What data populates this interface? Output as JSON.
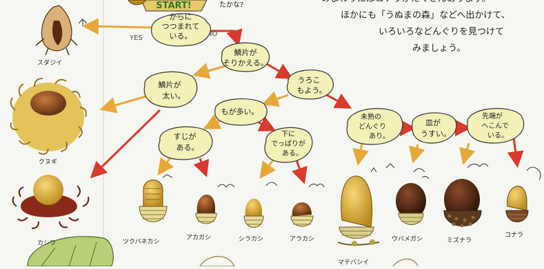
{
  "start_label": "START!",
  "yes_label": "YES",
  "no_label": "NO",
  "intro_text": {
    "line1": "のまわりにはコナラがたくさんあります。",
    "line2": "ほかにも「うぬまの森」などへ出かけて、",
    "line3": "いろいろなどんぐりを見つけて",
    "line4": "みましょう。"
  },
  "top_caption": "たかな?",
  "nodes": {
    "cupule": [
      "からに",
      "つつまれて",
      "いる。"
    ],
    "scales_curl": [
      "鱗片が",
      "そりかえる。"
    ],
    "scales_thick": [
      "鱗片が",
      "太い。"
    ],
    "scale_pattern": [
      "うろこ",
      "もよう。"
    ],
    "many_hairs": [
      "もが多い。"
    ],
    "has_stripes": [
      "すじが",
      "ある。"
    ],
    "bumpy_below": [
      "下に",
      "でっぱりが",
      "ある。"
    ],
    "immature": [
      "未熟の",
      "どんぐり",
      "あり。"
    ],
    "shallow_cup": [
      "皿が",
      "うすい。"
    ],
    "tip_dented": [
      "先端が",
      "へこんで",
      "いる。"
    ]
  },
  "species": {
    "sudajii": "スダジイ",
    "kunugi": "クヌギ",
    "kashiwa": "カシワ",
    "tsukubanekashi": "ツクバネカシ",
    "akagashi": "アカガシ",
    "shirakashi": "シラカシ",
    "arakashi": "アラカシ",
    "matebashii": "マテバシイ",
    "ubamegashi": "ウバメガシ",
    "mizunara": "ミズナラ",
    "konara": "コナラ"
  },
  "colors": {
    "bubble_fill": "#f3f0b8",
    "yes_arrow": "#e6a838",
    "no_arrow": "#d93a2b",
    "background": "#f6f7f2"
  }
}
